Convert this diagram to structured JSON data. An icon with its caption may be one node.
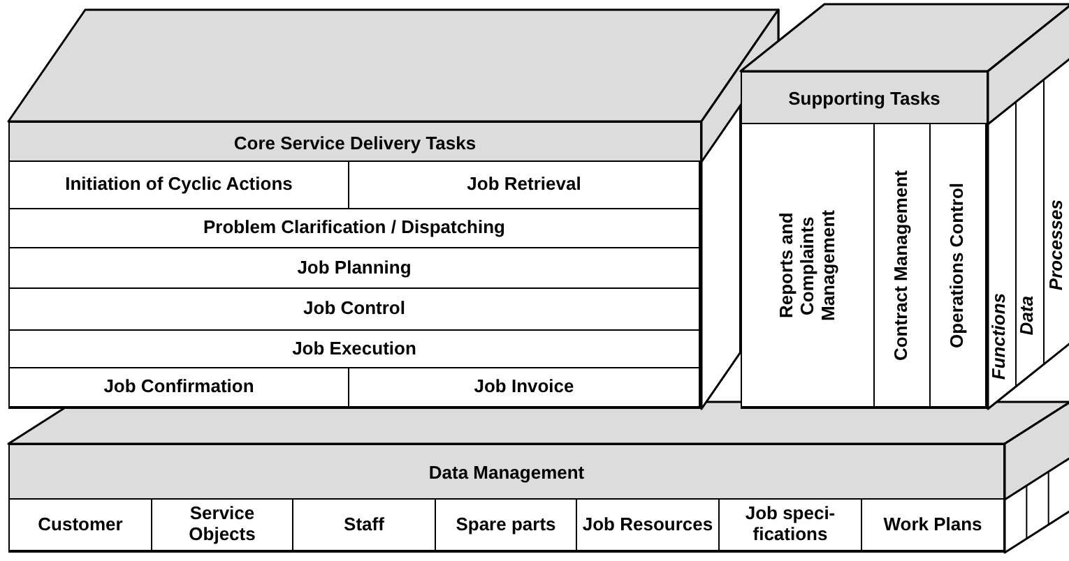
{
  "diagram": {
    "nodes": [
      {
        "text": [
          "Core Service Delivery Tasks"
        ]
      },
      {
        "text": [
          "Initiation of Cyclic Actions"
        ],
        "in": 0
      },
      {
        "text": [
          "Job Retrieval"
        ],
        "in": 0
      },
      {
        "text": [
          "Problem Clarification / Dispatching"
        ],
        "in": 0
      },
      {
        "text": [
          "Job Planning"
        ],
        "in": 0
      },
      {
        "text": [
          "Job Control"
        ],
        "in": 0
      },
      {
        "text": [
          "Job Execution"
        ],
        "in": 0
      },
      {
        "text": [
          "Job Confirmation"
        ],
        "in": 0
      },
      {
        "text": [
          "Job Invoice"
        ],
        "in": 0
      },
      {
        "text": [
          "Supporting Tasks"
        ]
      },
      {
        "text": [
          "Reports and Complaints Management"
        ],
        "in": 9
      },
      {
        "text": [
          "Contract Management"
        ],
        "in": 9
      },
      {
        "text": [
          "Operations Control"
        ],
        "in": 9
      },
      {
        "text": [
          "Data Management"
        ]
      },
      {
        "text": [
          "Customer"
        ],
        "in": 13
      },
      {
        "text": [
          "Service Objects"
        ],
        "in": 13
      },
      {
        "text": [
          "Staff"
        ],
        "in": 13
      },
      {
        "text": [
          "Spare parts"
        ],
        "in": 13
      },
      {
        "text": [
          "Job Resources"
        ],
        "in": 13
      },
      {
        "text": [
          "Job speci- fications"
        ],
        "in": 13
      },
      {
        "text": [
          "Work Plans"
        ],
        "in": 13
      }
    ],
    "labels": [
      "Functions",
      "Data",
      "Processes"
    ]
  }
}
